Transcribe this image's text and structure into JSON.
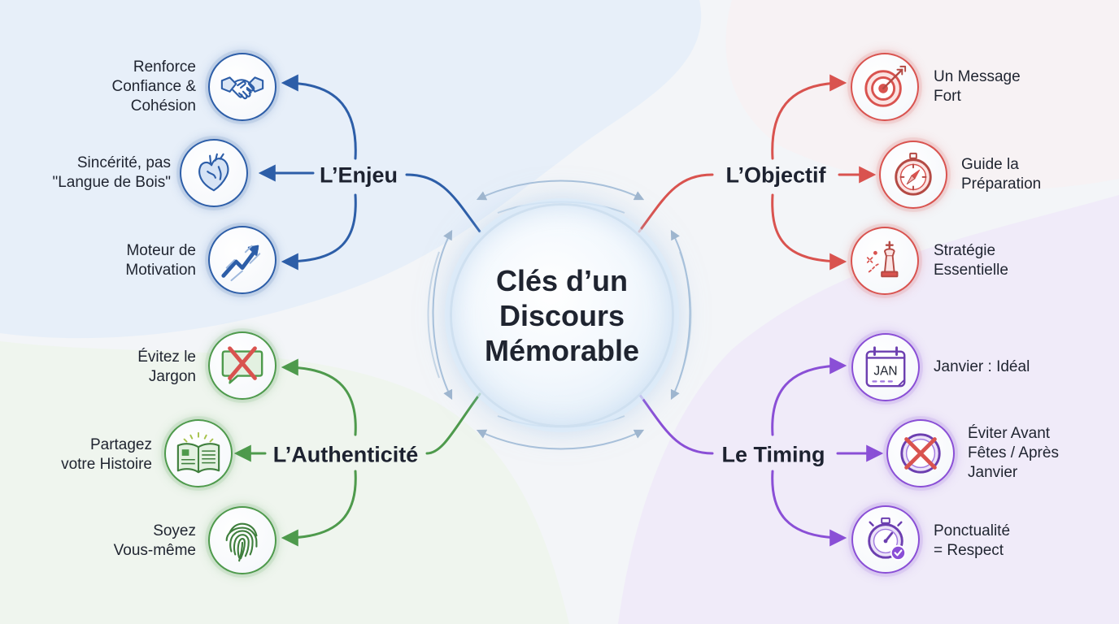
{
  "center": {
    "title": "Clés d’un Discours Mémorable"
  },
  "colors": {
    "enjeu": "#2d5ea8",
    "objectif": "#d9534f",
    "authenticite": "#4e9a4c",
    "timing": "#8a4fd6"
  },
  "branches": {
    "enjeu": {
      "title": "L’Enjeu",
      "items": [
        {
          "label": "Renforce\nConfiance &\nCohésion",
          "icon": "handshake-icon"
        },
        {
          "label": "Sincérité, pas\n\"Langue de Bois\"",
          "icon": "heart-icon"
        },
        {
          "label": "Moteur de\nMotivation",
          "icon": "rising-arrow-icon"
        }
      ]
    },
    "objectif": {
      "title": "L’Objectif",
      "items": [
        {
          "label": "Un Message\nFort",
          "icon": "target-icon"
        },
        {
          "label": "Guide la\nPréparation",
          "icon": "compass-icon"
        },
        {
          "label": "Stratégie\nEssentielle",
          "icon": "chess-king-icon"
        }
      ]
    },
    "authenticite": {
      "title": "L’Authenticité",
      "items": [
        {
          "label": "Évitez le\nJargon",
          "icon": "crossed-speech-bubble-icon"
        },
        {
          "label": "Partagez\nvotre Histoire",
          "icon": "open-book-icon"
        },
        {
          "label": "Soyez\nVous-même",
          "icon": "fingerprint-icon"
        }
      ]
    },
    "timing": {
      "title": "Le Timing",
      "items": [
        {
          "label": "Janvier : Idéal",
          "icon": "calendar-icon",
          "icon_text": "JAN"
        },
        {
          "label": "Éviter Avant\nFêtes / Après\nJanvier",
          "icon": "crossed-clock-icon"
        },
        {
          "label": "Ponctualité\n= Respect",
          "icon": "stopwatch-icon"
        }
      ]
    }
  }
}
